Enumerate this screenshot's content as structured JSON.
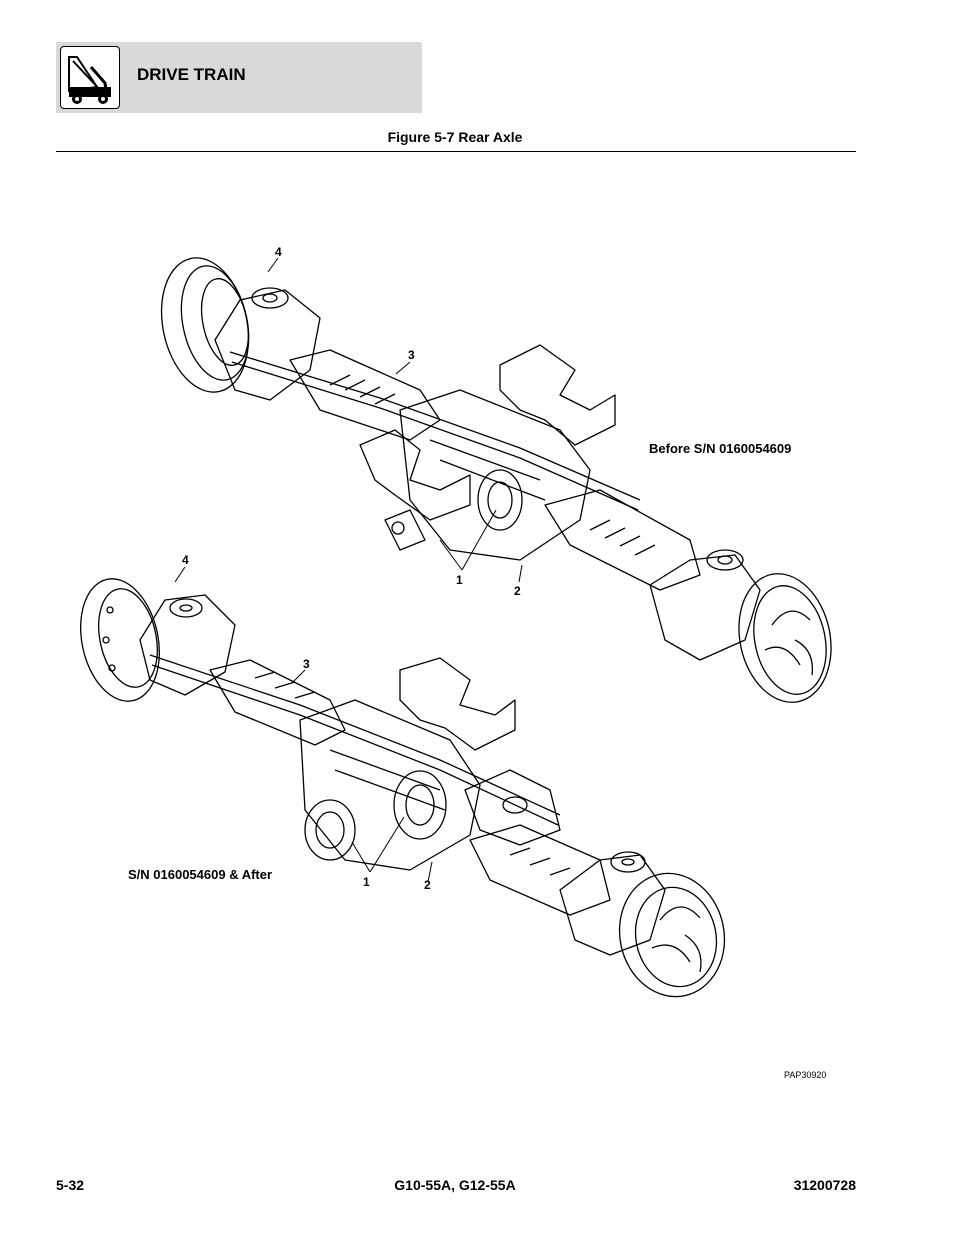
{
  "header": {
    "section_title": "DRIVE TRAIN",
    "icon": "lift-truck-icon"
  },
  "figure": {
    "title": "Figure 5-7 Rear Axle",
    "code": "PAP30920",
    "upper": {
      "label": "Before S/N 0160054609",
      "callouts": [
        "4",
        "3",
        "1",
        "2"
      ]
    },
    "lower": {
      "label": "S/N 0160054609 & After",
      "callouts": [
        "4",
        "3",
        "1",
        "2"
      ]
    }
  },
  "footer": {
    "page_number": "5-32",
    "models": "G10-55A, G12-55A",
    "doc_number": "31200728"
  }
}
